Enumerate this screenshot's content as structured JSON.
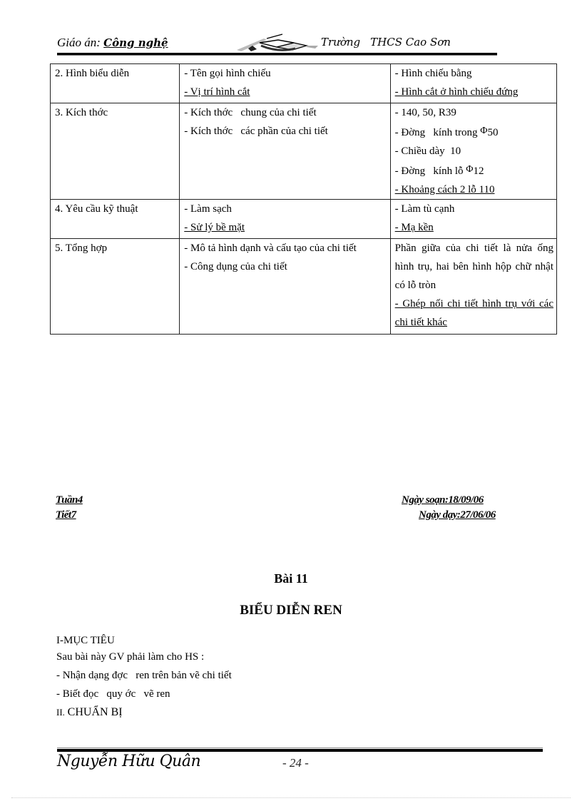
{
  "header": {
    "label": "Giáo án",
    "separator": ":",
    "subject": "Công nghệ",
    "school_prefix": "Trường",
    "school_name": "THCS Cao Sơn",
    "logo_icon": "book-pen-logo"
  },
  "table": {
    "rows": [
      {
        "step": "2. Hình biểu diễn",
        "content": [
          "- Tên gọi hình chiếu",
          "- Vị trí hình cắt"
        ],
        "result": [
          "- Hình chiếu bằng",
          "- Hình cắt ở hình chiếu đứng"
        ]
      },
      {
        "step": "3. Kích thớc",
        "content": [
          "- Kích thớc   chung của chi tiết",
          "- Kích thớc   các phần của chi tiết"
        ],
        "result": [
          "- 140, 50, R39",
          "- Đờng   kính trong ",
          "- Chiều dày  10",
          "- Đờng   kính lỗ ",
          "- Khoảng cách 2 lỗ 110"
        ],
        "phi_values": [
          "Φ",
          "50",
          "Φ",
          "12"
        ]
      },
      {
        "step": "4. Yêu cầu kỹ thuật",
        "content": [
          "- Làm sạch",
          "- Sử lý bề mặt"
        ],
        "result": [
          "- Làm tù cạnh",
          "- Mạ kền"
        ]
      },
      {
        "step": "5. Tổng hợp",
        "content": [
          "- Mô tả hình dạnh và cấu tạo của chi tiết",
          "- Công dụng của chi tiết"
        ],
        "result": [
          "Phần giữa của chi tiết là nửa ống hình trụ, hai bên hình hộp chữ nhật có lỗ tròn",
          "- Ghép nối chi tiết hình trụ với các chi tiết khác"
        ]
      }
    ]
  },
  "meta": {
    "week": "Tuần4",
    "period": "Tiết7",
    "prepared_date": "Ngày soạn:18/09/06",
    "teaching_date": "Ngày dạy:27/06/06"
  },
  "lesson": {
    "number": "Bài 11",
    "title": "BIỂU DIỄN REN"
  },
  "content": {
    "section1_heading": "I-MỤC TIÊU",
    "intro": "Sau bài này GV phải làm cho HS :",
    "objectives": [
      "- Nhận dạng đợc   ren trên bản vẽ chi tiết",
      "- Biết đọc   quy ớc   vẽ ren"
    ],
    "section2_numeral": "II.",
    "section2_heading": "CHUẨN BỊ"
  },
  "footer": {
    "author": "Nguyễn Hữu Quân",
    "page_number": "- 24 -"
  }
}
